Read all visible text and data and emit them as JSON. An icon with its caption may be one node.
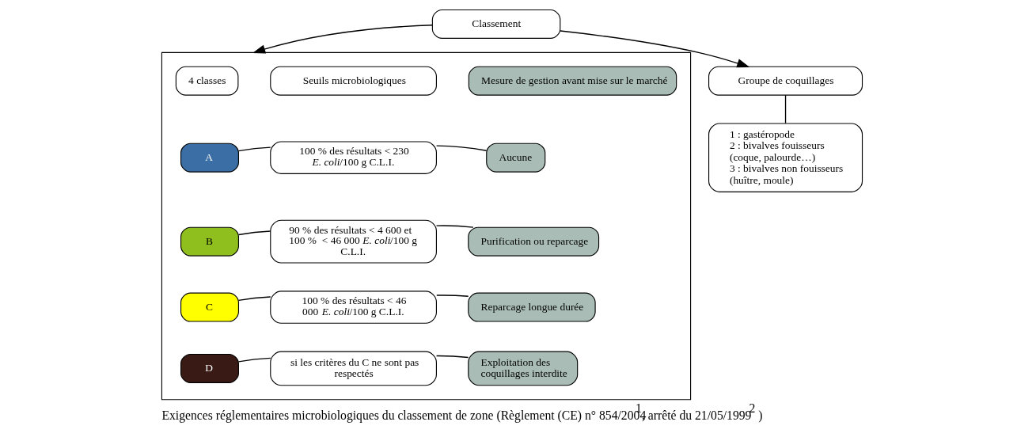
{
  "diagram": {
    "caption": "Exigences réglementaires microbiologiques du classement de zone (Règlement (CE) n° 854/2004$^{1}$, arrêté du 21/05/1999$^{2}$ )",
    "nodes": [
      {
        "text": [
          "Classement"
        ]
      },
      {
        "text": [
          "Groupe de coquillages"
        ]
      },
      {
        "text": [
          "1 : gastéropode",
          "2 : bivalves fouisseurs (coque, palourde…)",
          "3 : bivalves non fouisseurs (huître, moule)"
        ]
      },
      {
        "text": [],
        "shape": "box"
      },
      {
        "text": [
          "4 classes"
        ],
        "in": 3
      },
      {
        "text": [
          "Seuils microbiologiques"
        ],
        "in": 3
      },
      {
        "text": [
          "Mesure de gestion avant mise sur le marché"
        ],
        "in": 3
      },
      {
        "text": [
          "A"
        ],
        "in": 3
      },
      {
        "text": [
          "100 % des résultats < 230 *E. coli*/100 g C.L.I."
        ],
        "in": 3
      },
      {
        "text": [
          "Aucune"
        ],
        "in": 3
      },
      {
        "text": [
          "B"
        ],
        "in": 3
      },
      {
        "text": [
          "90 % des résultats < 4 600 et 100 %  < 46 000 *E. coli*/100 g C.L.I."
        ],
        "in": 3
      },
      {
        "text": [
          "Purification ou reparcage"
        ],
        "in": 3
      },
      {
        "text": [
          "C"
        ],
        "in": 3
      },
      {
        "text": [
          "100 % des résultats < 46 000 *E. coli*/100 g C.L.I."
        ],
        "in": 3
      },
      {
        "text": [
          "Reparcage longue durée"
        ],
        "in": 3
      },
      {
        "text": [
          "D"
        ],
        "in": 3
      },
      {
        "text": [
          "si les critères du C ne sont pas respectés"
        ],
        "in": 3
      },
      {
        "text": [
          "Exploitation des coquillages interdite"
        ],
        "in": 3
      }
    ],
    "edges": [
      {
        "from": 0,
        "to": 1,
        "arrow": "to"
      },
      {
        "from": 0,
        "to": 3,
        "arrow": "to"
      },
      {
        "from": 1,
        "to": 2,
        "arrow": "none"
      },
      {
        "from": 7,
        "to": 8,
        "arrow": "none"
      },
      {
        "from": 8,
        "to": 9,
        "arrow": "none"
      },
      {
        "from": 10,
        "to": 11,
        "arrow": "none"
      },
      {
        "from": 11,
        "to": 12,
        "arrow": "none"
      },
      {
        "from": 13,
        "to": 14,
        "arrow": "none"
      },
      {
        "from": 14,
        "to": 15,
        "arrow": "none"
      },
      {
        "from": 16,
        "to": 17,
        "arrow": "none"
      },
      {
        "from": 17,
        "to": 18,
        "arrow": "none"
      }
    ]
  }
}
